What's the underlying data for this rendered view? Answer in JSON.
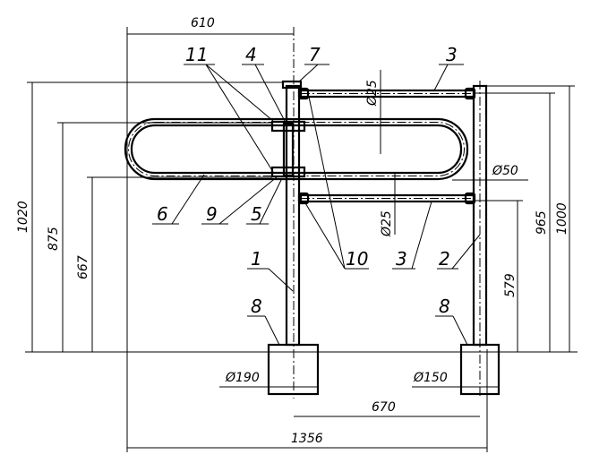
{
  "drawing": {
    "dimensions": {
      "top_width": "610",
      "total_height": "1020",
      "gate_top_height": "875",
      "gate_bottom_height": "667",
      "post_height": "1000",
      "upper_bar_height": "965",
      "lower_bar_height": "579",
      "upper_bar_diameter": "Ø25",
      "lower_bar_diameter": "Ø25",
      "post_diameter": "Ø50",
      "left_base_diameter": "Ø190",
      "right_base_diameter": "Ø150",
      "post_spacing": "670",
      "total_width": "1356"
    },
    "callouts": {
      "c11": "11",
      "c4": "4",
      "c7": "7",
      "c3_top": "3",
      "c6": "6",
      "c9": "9",
      "c5": "5",
      "c10": "10",
      "c3_bottom": "3",
      "c2": "2",
      "c1": "1",
      "c8_left": "8",
      "c8_right": "8"
    }
  }
}
